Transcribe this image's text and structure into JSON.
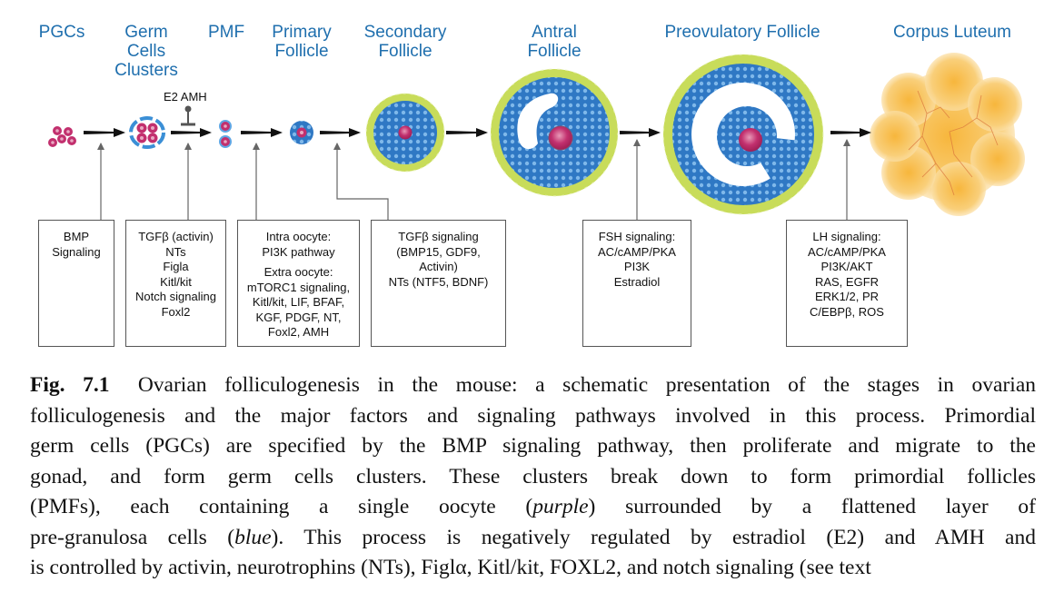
{
  "stages": [
    {
      "id": "pgcs",
      "lines": [
        "PGCs"
      ]
    },
    {
      "id": "germ-cells-clusters",
      "lines": [
        "Germ",
        "Cells",
        "Clusters"
      ]
    },
    {
      "id": "pmf",
      "lines": [
        "PMF"
      ]
    },
    {
      "id": "primary-follicle",
      "lines": [
        "Primary",
        "Follicle"
      ]
    },
    {
      "id": "secondary-follicle",
      "lines": [
        "Secondary",
        "Follicle"
      ]
    },
    {
      "id": "antral-follicle",
      "lines": [
        "Antral",
        "Follicle"
      ]
    },
    {
      "id": "preovulatory-follicle",
      "lines": [
        "Preovulatory Follicle"
      ]
    },
    {
      "id": "corpus-luteum",
      "lines": [
        "Corpus Luteum"
      ]
    }
  ],
  "inhibitor": {
    "label": "E2 AMH"
  },
  "factor_boxes": [
    {
      "id": "bmp",
      "groups": [
        [
          "BMP",
          "Signaling"
        ]
      ]
    },
    {
      "id": "tgfb-activin",
      "groups": [
        [
          "TGFβ (activin)",
          "NTs",
          "Figla",
          "Kitl/kit",
          "Notch signaling",
          "Foxl2"
        ]
      ]
    },
    {
      "id": "oocyte",
      "groups": [
        [
          "Intra oocyte:",
          "PI3K pathway"
        ],
        [
          "Extra oocyte:",
          "mTORC1 signaling,",
          "Kitl/kit, LIF, BFAF,",
          "KGF, PDGF, NT,",
          "Foxl2, AMH"
        ]
      ]
    },
    {
      "id": "tgfb-signaling",
      "groups": [
        [
          "TGFβ signaling",
          "(BMP15, GDF9,",
          "Activin)",
          "NTs (NTF5, BDNF)"
        ]
      ]
    },
    {
      "id": "fsh",
      "groups": [
        [
          "FSH signaling:",
          "AC/cAMP/PKA",
          "PI3K",
          "Estradiol"
        ]
      ]
    },
    {
      "id": "lh",
      "groups": [
        [
          "LH signaling:",
          "AC/cAMP/PKA",
          "PI3K/AKT",
          "RAS, EGFR",
          "ERK1/2, PR",
          "C/EBPβ, ROS"
        ]
      ]
    }
  ],
  "colors": {
    "stage_label": "#1f6fae",
    "oocyte": "#c2306e",
    "granulosa": "#2f78c4",
    "granulosa_dot": "#7fb8ea",
    "theca": "#c8dc5a",
    "corpus_luteum": "#f7c465",
    "vessel": "#d9733a",
    "arrow": "#111111",
    "connector": "#666666"
  },
  "caption": {
    "figure_number": "Fig. 7.1",
    "lines": [
      [
        {
          "t": "Ovarian folliculogenesis in the mouse: a schematic presentation of the stages in ovarian"
        }
      ],
      [
        {
          "t": "folliculogenesis and the major factors and signaling pathways involved in this process. Primordial"
        }
      ],
      [
        {
          "t": "germ cells (PGCs) are specified by the BMP signaling pathway, then proliferate and migrate to the"
        }
      ],
      [
        {
          "t": "gonad, and form germ cells clusters. These clusters break down to form primordial follicles"
        }
      ],
      [
        {
          "t": "(PMFs), each containing a single oocyte ("
        },
        {
          "t": "purple",
          "i": true
        },
        {
          "t": ") surrounded by a flattened layer of"
        }
      ],
      [
        {
          "t": "pre-granulosa cells ("
        },
        {
          "t": "blue",
          "i": true
        },
        {
          "t": "). This process is negatively regulated by estradiol (E2) and AMH and"
        }
      ],
      [
        {
          "t": "is controlled by activin, neurotrophins (NTs), Figlα, Kitl/kit, FOXL2, and notch signaling (see text"
        }
      ]
    ]
  }
}
